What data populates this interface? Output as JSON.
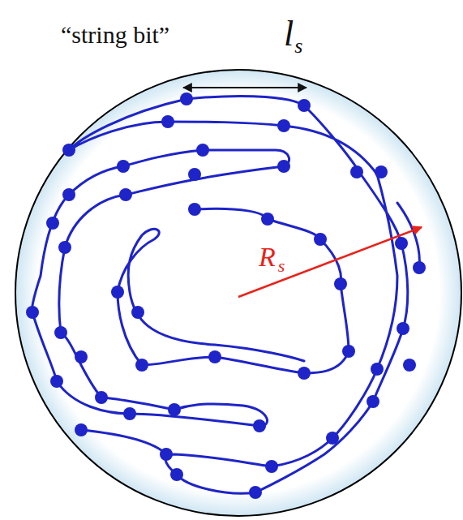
{
  "diagram": {
    "labels": [
      "“string bit”",
      "l",
      "s",
      "R",
      "s"
    ]
  }
}
